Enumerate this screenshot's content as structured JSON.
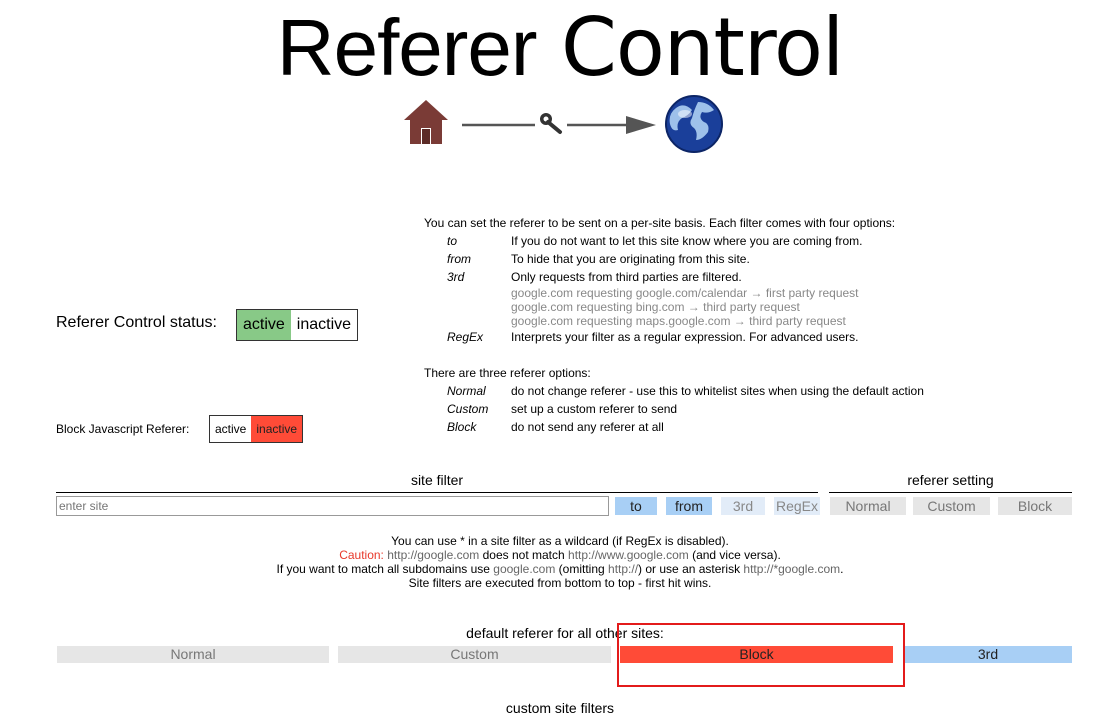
{
  "header": {
    "title_light": "Referer",
    "title_bold": "Control"
  },
  "description": {
    "intro": "You can set the referer to be sent on a per-site basis. Each filter comes with four options:",
    "options": [
      {
        "term": "to",
        "def": "If you do not want to let this site know where you are coming from."
      },
      {
        "term": "from",
        "def": "To hide that you are originating from this site."
      },
      {
        "term": "3rd",
        "def": "Only requests from third parties are filtered."
      },
      {
        "term": "RegEx",
        "def": "Interprets your filter as a regular expression. For advanced users."
      }
    ],
    "examples": [
      "google.com requesting google.com/calendar → first party request",
      "google.com requesting bing.com → third party request",
      "google.com requesting maps.google.com → third party request"
    ],
    "referer_intro": "There are three referer options:",
    "referer_options": [
      {
        "term": "Normal",
        "def": "do not change referer - use this to whitelist sites when using the default action"
      },
      {
        "term": "Custom",
        "def": "set up a custom referer to send"
      },
      {
        "term": "Block",
        "def": "do not send any referer at all"
      }
    ]
  },
  "status": {
    "label": "Referer Control status:",
    "active": "active",
    "inactive": "inactive",
    "selected": "active"
  },
  "js_block": {
    "label": "Block Javascript Referer:",
    "active": "active",
    "inactive": "inactive",
    "selected": "inactive"
  },
  "filter": {
    "site_header": "site filter",
    "referer_header": "referer setting",
    "input_placeholder": "enter site",
    "options": [
      "to",
      "from",
      "3rd",
      "RegEx"
    ],
    "referer_options": [
      "Normal",
      "Custom",
      "Block"
    ]
  },
  "notes": {
    "line1": "You can use * in a site filter as a wildcard (if RegEx is disabled).",
    "caution": "Caution:",
    "l2a": "http://google.com",
    "l2b": " does not match ",
    "l2c": "http://www.google.com",
    "l2d": " (and vice versa).",
    "l3a": "If you want to match all subdomains use ",
    "l3b": "google.com",
    "l3c": " (omitting ",
    "l3d": "http://",
    "l3e": ") or use an asterisk ",
    "l3f": "http://*google.com",
    "l3g": ".",
    "line4": "Site filters are executed from bottom to top - first hit wins."
  },
  "default_referer": {
    "label": "default referer for all other sites:",
    "options": [
      "Normal",
      "Custom",
      "Block",
      "3rd"
    ],
    "selected": "Block"
  },
  "next_section": {
    "label": "custom site filters"
  },
  "colors": {
    "active_green": "#88c987",
    "inactive_red": "#ff4b37",
    "selected_blue": "#a8cff5",
    "highlight_red": "#e31b1b"
  }
}
